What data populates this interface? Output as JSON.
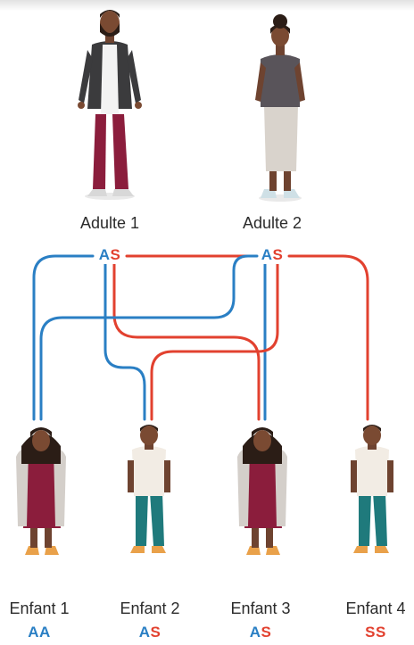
{
  "colors": {
    "allele_a": "#2a7fc4",
    "allele_s": "#e2412f",
    "text": "#2b2b2b"
  },
  "adults": [
    {
      "label": "Adulte 1",
      "allele_1": "A",
      "allele_2": "S"
    },
    {
      "label": "Adulte 2",
      "allele_1": "A",
      "allele_2": "S"
    }
  ],
  "children": [
    {
      "label": "Enfant 1",
      "allele_1": "A",
      "allele_2": "A"
    },
    {
      "label": "Enfant 2",
      "allele_1": "A",
      "allele_2": "S"
    },
    {
      "label": "Enfant 3",
      "allele_1": "A",
      "allele_2": "S"
    },
    {
      "label": "Enfant 4",
      "allele_1": "S",
      "allele_2": "S"
    }
  ]
}
